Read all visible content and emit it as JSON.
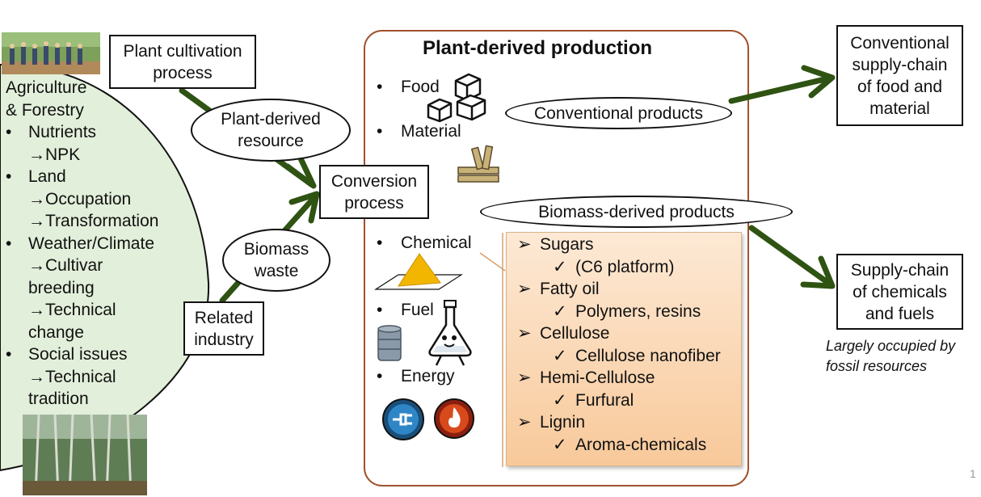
{
  "agriculture": {
    "title_lines": [
      "Agriculture",
      "& Forestry"
    ],
    "items": [
      {
        "label": "Nutrients",
        "subs": [
          "→NPK"
        ]
      },
      {
        "label": "Land",
        "subs": [
          "→Occupation",
          "→Transformation"
        ]
      },
      {
        "label": "Weather/Climate",
        "subs": [
          "→Cultivar",
          "breeding",
          "→Technical",
          "change"
        ]
      },
      {
        "label": "Social issues",
        "subs": [
          "→Technical",
          "tradition"
        ]
      }
    ]
  },
  "boxes": {
    "cultivation": [
      "Plant cultivation",
      "process"
    ],
    "conversion": [
      "Conversion",
      "process"
    ],
    "related": [
      "Related",
      "industry"
    ],
    "conventional_supply": [
      "Conventional",
      "supply-chain",
      "of food and",
      "material"
    ],
    "chemical_supply": [
      "Supply-chain",
      "of chemicals",
      "and fuels"
    ]
  },
  "ovals": {
    "plant_resource": [
      "Plant-derived",
      "resource"
    ],
    "biomass_waste": [
      "Biomass",
      "waste"
    ],
    "conventional_products": "Conventional products",
    "biomass_products": "Biomass-derived products"
  },
  "production": {
    "title": "Plant-derived production",
    "items": [
      "Food",
      "Material",
      "Chemical",
      "Fuel",
      "Energy"
    ],
    "bullet": "•"
  },
  "outline": [
    {
      "label": "Sugars",
      "sub": "(C6 platform)"
    },
    {
      "label": "Fatty oil",
      "sub": "Polymers, resins"
    },
    {
      "label": "Cellulose",
      "sub": "Cellulose nanofiber"
    },
    {
      "label": "Hemi-Cellulose",
      "sub": "Furfural"
    },
    {
      "label": "Lignin",
      "sub": "Aroma-chemicals"
    }
  ],
  "markers": {
    "arrow": "➢",
    "check": "✓"
  },
  "note": [
    "Largely occupied by",
    "fossil resources"
  ],
  "page_number": "1",
  "colors": {
    "arrow": "#2f5312",
    "ellipse_fill": "#e2efda",
    "panel_border": "#a0522d"
  }
}
